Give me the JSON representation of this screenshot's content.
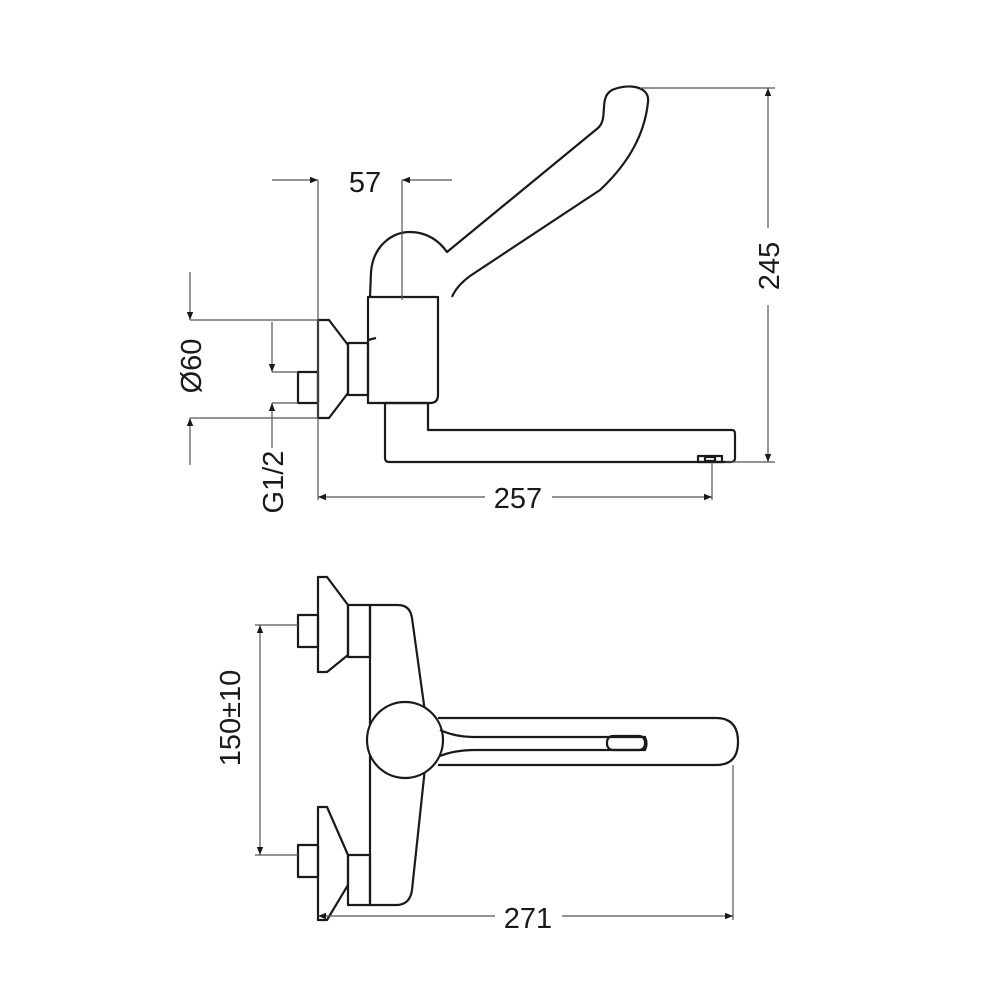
{
  "side_view": {
    "dim_handle_offset": "57",
    "dim_height": "245",
    "dim_flange_diameter": "Ø60",
    "dim_thread": "G1/2",
    "dim_spout_reach": "257"
  },
  "top_view": {
    "dim_centers": "150±10",
    "dim_total_length": "271"
  }
}
